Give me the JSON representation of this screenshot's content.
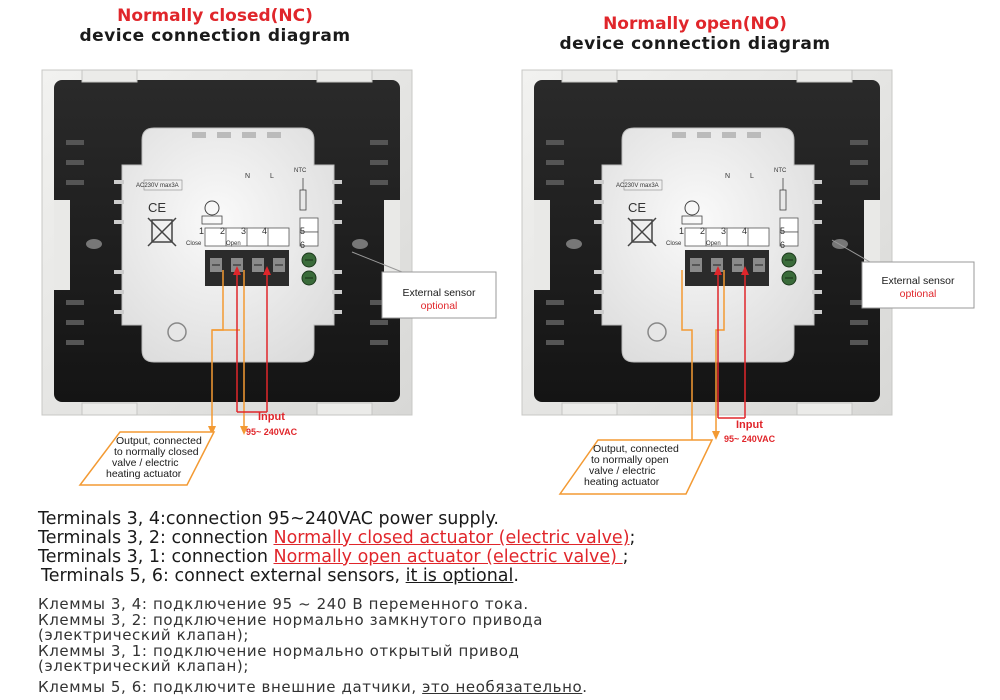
{
  "diagrams": [
    {
      "title_line1": "Normally closed",
      "title_tag": "(NC)",
      "title_line2": "device connection diagram",
      "output_label": [
        "Output, connected",
        "to normally closed",
        "valve / electric",
        "heating actuator"
      ],
      "input_label": "Input",
      "input_voltage": "95~ 240VAC",
      "sensor_label": "External sensor",
      "sensor_optional": "optional"
    },
    {
      "title_line1": "Normally open",
      "title_tag": "(NO)",
      "title_line2": "device connection diagram",
      "output_label": [
        "Output, connected",
        "to normally open",
        "valve / electric",
        "heating actuator"
      ],
      "input_label": "Input",
      "input_voltage": "95~ 240VAC",
      "sensor_label": "External sensor",
      "sensor_optional": "optional"
    }
  ],
  "device": {
    "terminals": [
      "1",
      "2",
      "3",
      "4",
      "5",
      "6"
    ],
    "label_close": "Close",
    "label_open": "Open",
    "label_n": "N",
    "label_l": "L",
    "label_ntc": "NTC",
    "label_rating": "AC230V",
    "label_max": "max3A",
    "label_ce": "CE"
  },
  "notes_en": {
    "line1": "Terminals 3, 4:connection  95~240VAC power supply.",
    "line2_prefix": "Terminals 3, 2: connection ",
    "line2_link": "Normally closed actuator (electric valve)",
    "line2_suffix": ";",
    "line3_prefix": "Terminals 3, 1: connection ",
    "line3_link": "Normally open actuator (electric valve) ",
    "line3_suffix": ";",
    "line4_prefix": "Terminals 5, 6: connect external sensors, ",
    "line4_link": "it is optional",
    "line4_suffix": "."
  },
  "notes_ru": {
    "line1": "Клеммы 3, 4: подключение 95 ~ 240 В переменного тока.",
    "line2": "Клеммы 3, 2: подключение нормально замкнутого привода",
    "line3": "(электрический клапан);",
    "line4": "Клеммы 3, 1: подключение нормально открытый привод",
    "line5": "(электрический клапан);",
    "line6_prefix": "Клеммы 5, 6: подключите внешние датчики, ",
    "line6_link": "это необязательно",
    "line6_suffix": "."
  },
  "colors": {
    "red": "#e0262b",
    "orange": "#f39a33",
    "panel_dark": "#1e1e1e",
    "frame": "#e4e4e2"
  }
}
